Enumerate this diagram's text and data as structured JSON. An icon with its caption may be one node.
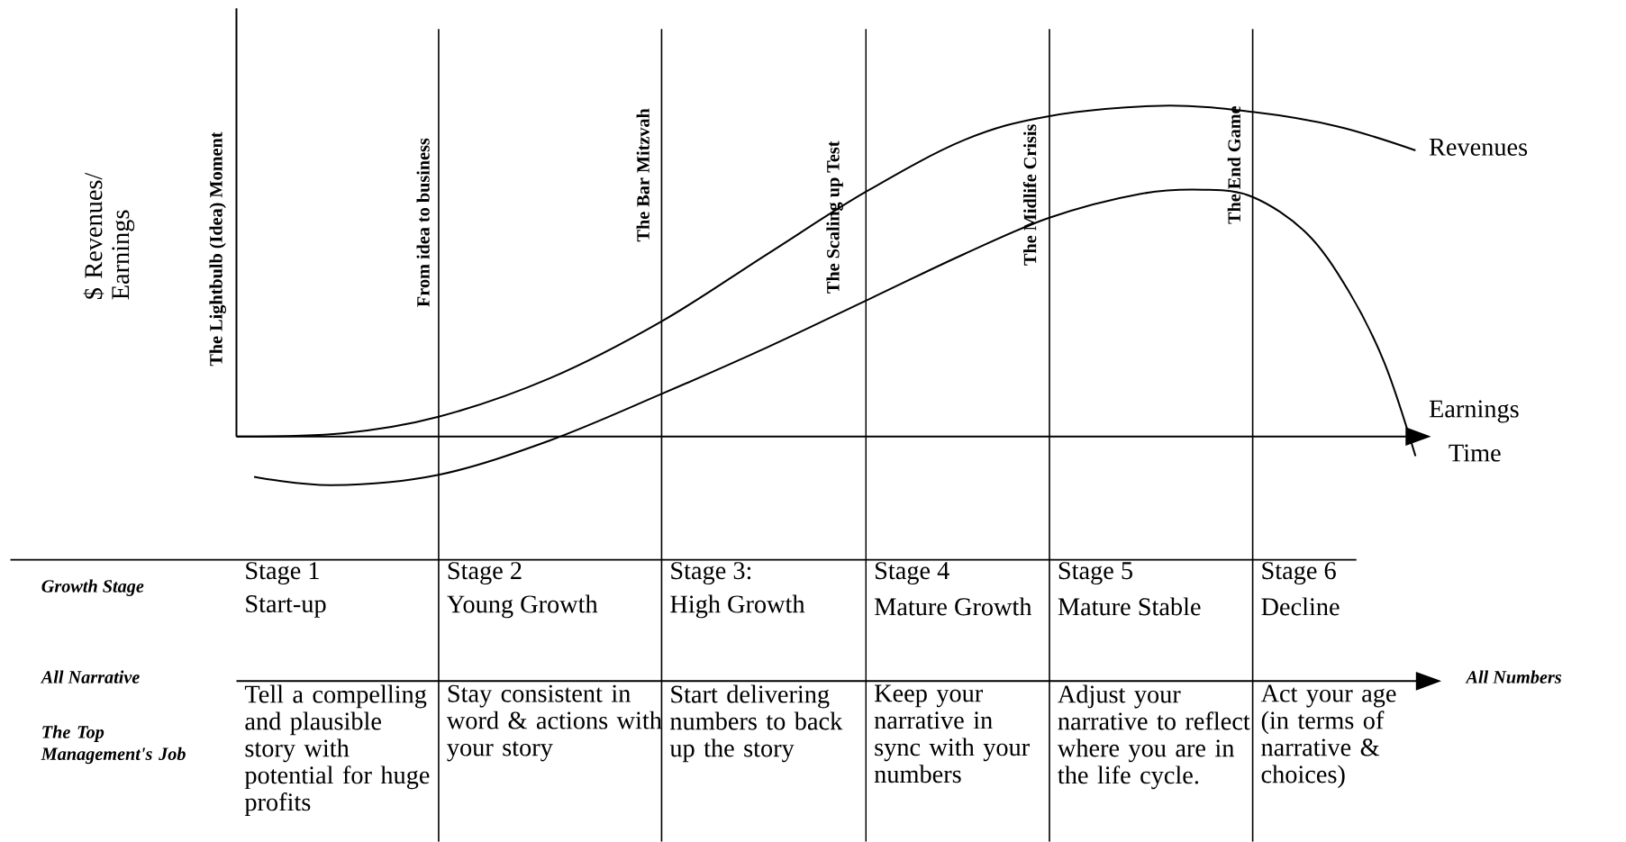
{
  "diagram": {
    "labels": [
      "$ Revenues/ Earnings",
      "The Lightbulb (Idea) Moment",
      "From idea to business",
      "The Bar Mitzvah",
      "The Scaling up Test",
      "The Midlife Crisis",
      "The End Game",
      "Revenues",
      "Earnings",
      "Time",
      "Growth Stage",
      "Stage 1",
      "Start-up",
      "Stage 2",
      "Young Growth",
      "Stage 3:",
      "High Growth",
      "Stage 4",
      "Mature Growth",
      "Stage 5",
      "Mature Stable",
      "Stage 6",
      "Decline",
      "All Narrative",
      "All Numbers",
      "The Top Management's Job",
      "Tell a compelling and plausible story with potential for huge profits",
      "Stay consistent in word & actions with your story",
      "Start delivering numbers to back up the story",
      "Keep your narrative in sync with your numbers",
      "Adjust your narrative to reflect where you are in the life cycle.",
      "Act your age (in terms of narrative & choices)"
    ]
  }
}
